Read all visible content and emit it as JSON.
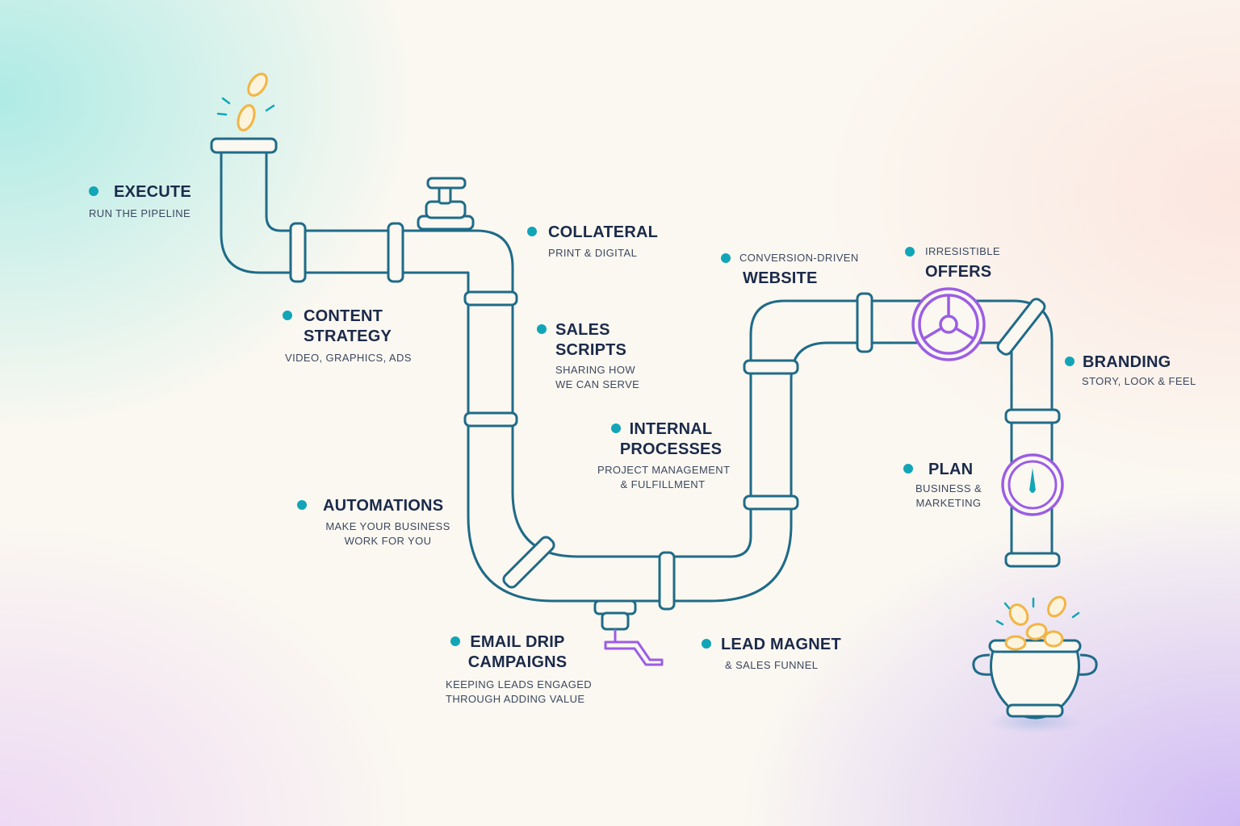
{
  "stages": {
    "execute": {
      "title": "EXECUTE",
      "subtitle": "RUN THE PIPELINE"
    },
    "content_strategy": {
      "title_line1": "CONTENT",
      "title_line2": "STRATEGY",
      "subtitle": "VIDEO, GRAPHICS, ADS"
    },
    "collateral": {
      "title": "COLLATERAL",
      "subtitle": "PRINT & DIGITAL"
    },
    "sales_scripts": {
      "title_line1": "SALES",
      "title_line2": "SCRIPTS",
      "subtitle_line1": "SHARING HOW",
      "subtitle_line2": "WE CAN SERVE"
    },
    "automations": {
      "title": "AUTOMATIONS",
      "subtitle_line1": "MAKE YOUR BUSINESS",
      "subtitle_line2": "WORK FOR YOU"
    },
    "internal_processes": {
      "title_line1": "INTERNAL",
      "title_line2": "PROCESSES",
      "subtitle_line1": "PROJECT MANAGEMENT",
      "subtitle_line2": "& FULFILLMENT"
    },
    "email_drip": {
      "title_line1": "EMAIL DRIP",
      "title_line2": "CAMPAIGNS",
      "subtitle_line1": "KEEPING LEADS ENGAGED",
      "subtitle_line2": "THROUGH ADDING VALUE"
    },
    "lead_magnet": {
      "title": "LEAD MAGNET",
      "subtitle": "& SALES FUNNEL"
    },
    "website": {
      "pretitle": "CONVERSION-DRIVEN",
      "title": "WEBSITE"
    },
    "offers": {
      "pretitle": "IRRESISTIBLE",
      "title": "OFFERS"
    },
    "branding": {
      "title": "BRANDING",
      "subtitle": "STORY, LOOK & FEEL"
    },
    "plan": {
      "title": "PLAN",
      "subtitle_line1": "BUSINESS &",
      "subtitle_line2": "MARKETING"
    }
  },
  "icons": {
    "valve_top": "valve-icon",
    "spigot": "spigot-icon",
    "wheel_valve": "wheel-valve-icon",
    "pressure_gauge": "pressure-gauge-icon",
    "coins": "coin-icon",
    "pot": "pot-of-coins-icon"
  },
  "colors": {
    "pipe": "#1f6b88",
    "dot": "#12a5b8",
    "accent_purple": "#9b5de5",
    "coin": "#f2b544",
    "text": "#1b2a4a"
  }
}
